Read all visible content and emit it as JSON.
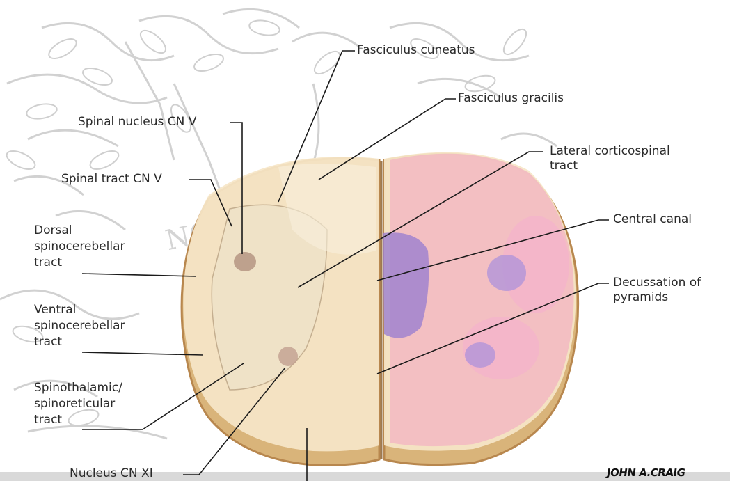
{
  "labels": {
    "fasciculus_cuneatus": "Fasciculus cuneatus",
    "fasciculus_gracilis": "Fasciculus gracilis",
    "spinal_nucleus_cn5": "Spinal nucleus CN V",
    "lateral_corticospinal": [
      "Lateral corticospinal",
      "tract"
    ],
    "spinal_tract_cn5": "Spinal tract CN V",
    "central_canal": "Central canal",
    "dorsal_spinocerebellar": [
      "Dorsal",
      "spinocerebellar",
      "tract"
    ],
    "decussation": [
      "Decussation of",
      "pyramids"
    ],
    "ventral_spinocerebellar": [
      "Ventral",
      "spinocerebellar",
      "tract"
    ],
    "spinothalamic": [
      "Spinothalamic/",
      "spinoreticular",
      "tract"
    ],
    "nucleus_cn11": "Nucleus CN XI"
  },
  "watermark_text": "NON SOLI S",
  "signature": "JOHN A.CRAIG",
  "colors": {
    "cord_fill": "#f6e6c8",
    "cord_rim": "#b8874e",
    "pink_tracts": "#f2a3c2",
    "purple_tracts": "#b596d8",
    "leader_lines": "#1a1a1a",
    "background_art": "#c9c9c9"
  }
}
